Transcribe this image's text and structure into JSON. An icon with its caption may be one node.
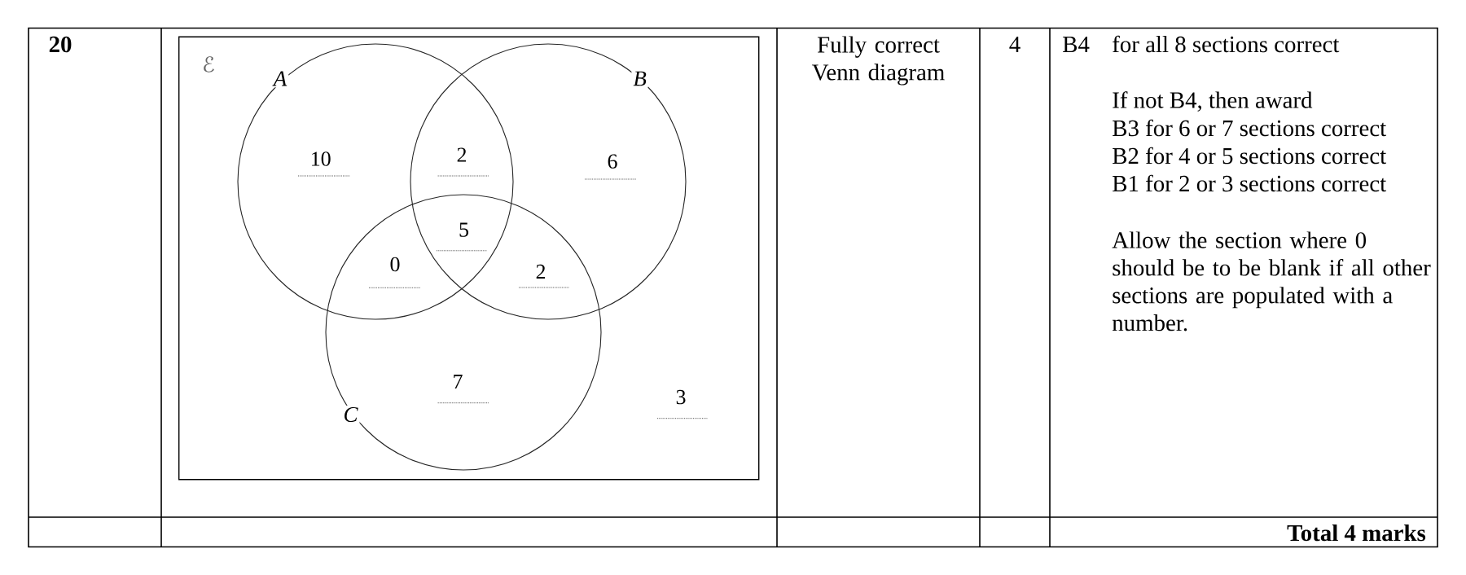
{
  "diagram": {
    "nodes": [
      {
        "text": [
          "ℰ"
        ]
      },
      {
        "text": [
          "A"
        ],
        "in": 0
      },
      {
        "text": [
          "B"
        ],
        "in": 0
      },
      {
        "text": [
          "C"
        ],
        "in": 0
      }
    ],
    "labels": [
      "20",
      "10",
      "2",
      "6",
      "5",
      "0",
      "2",
      "7",
      "3",
      "Fully correct Venn diagram",
      "4",
      "B4",
      "for all 8 sections correct",
      "If not B4, then award",
      "B3 for 6 or 7 sections correct",
      "B2 for 4 or 5 sections correct",
      "B1 for 2 or 3 sections correct",
      "Allow the section where 0 should be to be blank if all other sections are populated with a number.",
      "Total 4 marks"
    ]
  }
}
